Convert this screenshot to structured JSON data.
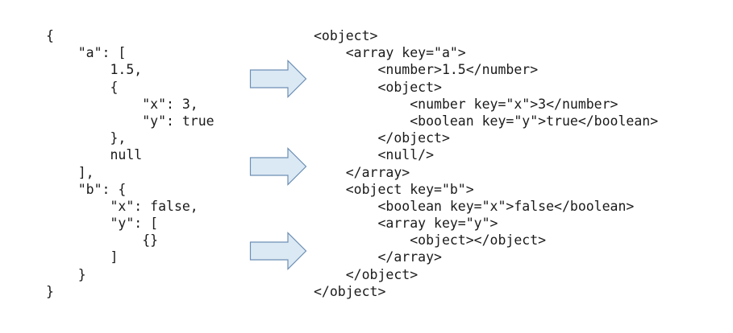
{
  "json_source": {
    "lines": [
      "{",
      "    \"a\": [",
      "        1.5,",
      "        {",
      "            \"x\": 3,",
      "            \"y\": true",
      "        },",
      "        null",
      "    ],",
      "    \"b\": {",
      "        \"x\": false,",
      "        \"y\": [",
      "            {}",
      "        ]",
      "    }",
      "}"
    ]
  },
  "xml_output": {
    "lines": [
      "<object>",
      "    <array key=\"a\">",
      "        <number>1.5</number>",
      "        <object>",
      "            <number key=\"x\">3</number>",
      "            <boolean key=\"y\">true</boolean>",
      "        </object>",
      "        <null/>",
      "    </array>",
      "    <object key=\"b\">",
      "        <boolean key=\"x\">false</boolean>",
      "        <array key=\"y\">",
      "            <object></object>",
      "        </array>",
      "    </object>",
      "</object>"
    ]
  },
  "arrows": {
    "count": 3,
    "fill_color": "#dbe9f4",
    "stroke_color": "#6d8fb5",
    "icon": "right-arrow-icon"
  }
}
